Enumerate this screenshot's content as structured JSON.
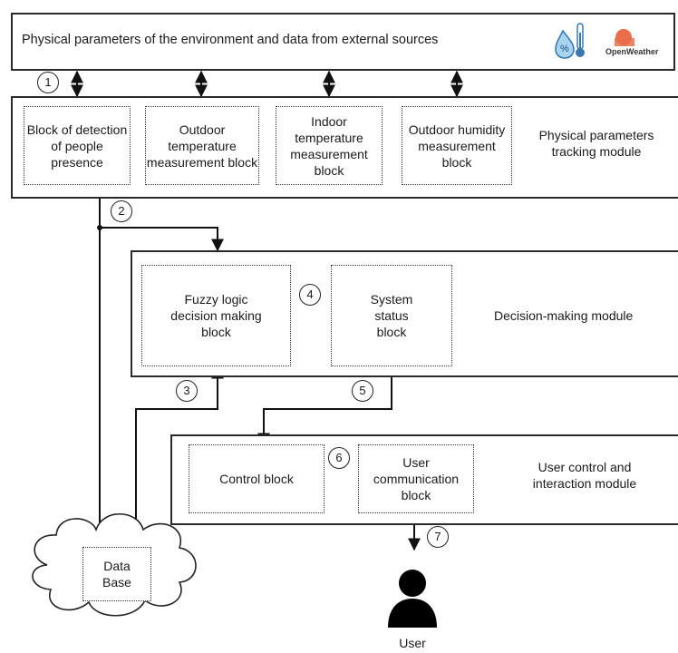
{
  "top_banner": {
    "text": "Physical parameters of the environment and data from external sources",
    "logo_text": "OpenWeather"
  },
  "tracking_module": {
    "label": "Physical parameters tracking module",
    "blocks": [
      "Block of detection of people presence",
      "Outdoor temperature measurement block",
      "Indoor temperature measurement block",
      "Outdoor humidity measurement block"
    ]
  },
  "decision_module": {
    "label": "Decision-making module",
    "fuzzy_block": "Fuzzy logic decision making block",
    "status_block": "System status block"
  },
  "interaction_module": {
    "label": "User control and interaction module",
    "control_block": "Control block",
    "communication_block": "User communication block"
  },
  "database": {
    "label": "Data Base"
  },
  "user": {
    "label": "User"
  },
  "flow_numbers": [
    "1",
    "2",
    "3",
    "4",
    "5",
    "6",
    "7"
  ]
}
